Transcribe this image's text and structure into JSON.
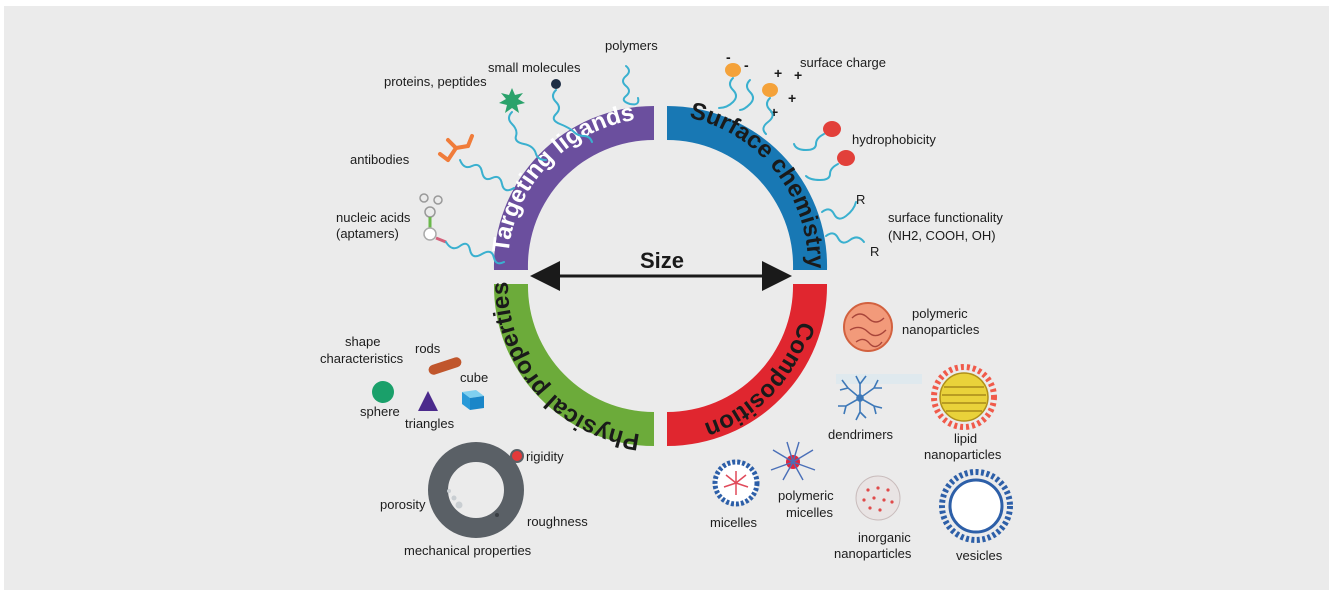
{
  "size_label": "Size",
  "segments": {
    "targeting": "Targeting ligands",
    "surface": "Surface chemistry",
    "composition": "Composition",
    "physical": "Physical properties"
  },
  "targeting_labels": {
    "polymers": "polymers",
    "small_molecules": "small molecules",
    "proteins": "proteins, peptides",
    "antibodies": "antibodies",
    "nucleic_acids_1": "nucleic acids",
    "nucleic_acids_2": "(aptamers)"
  },
  "surface_labels": {
    "surface_charge": "surface charge",
    "hydrophobicity": "hydrophobicity",
    "surface_functionality_1": "surface functionality",
    "surface_functionality_2": "(NH2, COOH, OH)",
    "r_upper": "R",
    "r_lower": "R",
    "minus": "-",
    "plus": "+"
  },
  "composition_labels": {
    "polymeric_np_1": "polymeric",
    "polymeric_np_2": "nanoparticles",
    "dendrimers": "dendrimers",
    "lipid_1": "lipid",
    "lipid_2": "nanoparticles",
    "micelles": "micelles",
    "polymeric_micelles_1": "polymeric",
    "polymeric_micelles_2": "micelles",
    "inorganic_1": "inorganic",
    "inorganic_2": "nanoparticles",
    "vesicles": "vesicles"
  },
  "physical_labels": {
    "shape_1": "shape",
    "shape_2": "characteristics",
    "rods": "rods",
    "cube": "cube",
    "sphere": "sphere",
    "triangles": "triangles",
    "rigidity": "rigidity",
    "porosity": "porosity",
    "roughness": "roughness",
    "mechanical": "mechanical properties"
  },
  "colors": {
    "background": "#ebebeb",
    "targeting": "#6b4f9e",
    "surface": "#1878b4",
    "composition": "#e0262f",
    "physical": "#6cab3a",
    "wave": "#3ab0cf"
  }
}
